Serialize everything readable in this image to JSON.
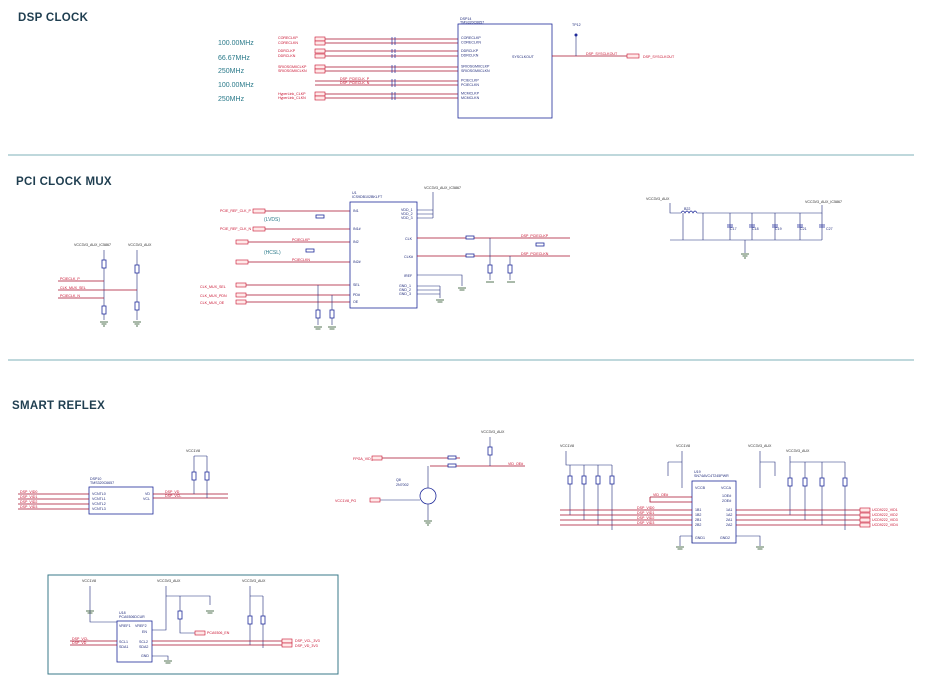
{
  "sections": {
    "dsp_clock": "DSP CLOCK",
    "pci_clock_mux": "PCI CLOCK MUX",
    "smart_reflex": "SMART REFLEX"
  },
  "dsp_clock": {
    "frequencies": [
      "100.00MHz",
      "66.67MHz",
      "250MHz",
      "100.00MHz",
      "250MHz"
    ],
    "chip": {
      "ref": "DSP14",
      "part": "TMS320C6657",
      "out_pin": "SYSCLKOUT"
    },
    "left_nets": [
      "CORECLKP",
      "CORECLKN",
      "DDRCLKP",
      "DDRCLKN",
      "SRIOSGMIICLKP",
      "SRIOSGMIICLKN",
      "DSP_PCIECLK_P",
      "DSP_PCIECLK_N",
      "HyperLink_CLKP",
      "HyperLink_CLKN"
    ],
    "pin_labels": [
      "CORECLKP",
      "CORECLKN",
      "DDRCLKP",
      "DDRCLKN",
      "SRIOSGMIICLKP",
      "SRIOSGMIICLKN",
      "PCIECLKP",
      "PCIECLKN",
      "MCMCLKP",
      "MCMCLKN"
    ],
    "test_point": "TP12",
    "out_net": "DSP_SYSCLKOUT",
    "out_port": "DSP_SYSCLKOUT"
  },
  "pci_clock_mux": {
    "chip": {
      "ref": "U1",
      "part": "ICS9DB102BKLFT",
      "vcc": "VCC3V3_AUX_IC5867"
    },
    "inputs": [
      "PCIE_REF_CLK_P",
      "PCIE_REF_CLK_N",
      "PCIECLKP",
      "PCIECLKN"
    ],
    "tags": [
      "(LVDS)",
      "(HCSL)"
    ],
    "sel_nets": [
      "CLK_MUX_SEL",
      "CLK_MUX_PDN",
      "CLK_MUX_OE"
    ],
    "outputs": [
      "DSP_PCIECLKP",
      "DSP_PCIECLKN"
    ],
    "pin_labels": [
      "IN1",
      "IN1#",
      "IN2",
      "IN2#",
      "SEL",
      "PD#",
      "OE",
      "VDD_1",
      "VDD_2",
      "VDD_3",
      "CLK",
      "CLK#",
      "IREF",
      "GND_1",
      "GND_2",
      "GND_3"
    ],
    "left_rails": [
      "VCC3V3_AUX_IC5867",
      "VCC3V3_AUX"
    ],
    "left_nets": [
      "PCIECLK_P",
      "CLK_MUX_SEL",
      "PCIECLK_N"
    ],
    "filter": {
      "bead": "B22",
      "vcc_in": "VCC3V3_AUX",
      "vcc_out": "VCC3V3_AUX_IC5867",
      "caps": [
        "C17",
        "C18",
        "C19",
        "C21",
        "C27"
      ]
    }
  },
  "smart_reflex": {
    "dsp": {
      "ref": "DSP10",
      "part": "TMS320C6657",
      "rail": "VCC1V8",
      "pins": [
        "VCNTL0",
        "VCNTL1",
        "VCNTL2",
        "VCNTL3",
        "VD",
        "VCL"
      ]
    },
    "vid_nets": [
      "DSP_VID0",
      "DSP_VID1",
      "DSP_VID2",
      "DSP_VID3"
    ],
    "dsp_out": [
      "DSP_VD",
      "DSP_VCL"
    ],
    "fpga_net": "FPGA_VID_OE#",
    "mosfet": {
      "ref": "Q8",
      "part": "2N7002"
    },
    "vcc_pg": "VCC1V8_PG",
    "vid_oe": "VID_OE#",
    "rail_aux": "VCC3V3_AUX",
    "buffer": {
      "ref": "U19",
      "part": "SN74AVC4T245PWR",
      "rails": [
        "VCC1V8",
        "VCC3V3_AUX"
      ],
      "pins": [
        "VCCB",
        "VCCA",
        "1OE#",
        "2OE#",
        "1B1",
        "1B2",
        "2B1",
        "2B2",
        "1A1",
        "1A2",
        "2A1",
        "2A2",
        "GND1",
        "GND2"
      ]
    },
    "ucd_nets": [
      "UCD9222_VID1",
      "UCD9222_VID2",
      "UCD9222_VID3",
      "UCD9222_VID4"
    ],
    "level_shifter": {
      "ref": "U18",
      "part": "PCA9306DCUR",
      "pins": [
        "VREF1",
        "VREF2",
        "EN",
        "SCL1",
        "SCL2",
        "SDA1",
        "SDA2",
        "GND"
      ],
      "rails": [
        "VCC1V8",
        "VCC3V3_AUX",
        "VCC3V3_AUX"
      ],
      "en_net": "PCA9306_EN"
    },
    "i2c_in": [
      "DSP_VCL",
      "DSP_VD"
    ],
    "i2c_out": [
      "DSP_VCL_3V3",
      "DSP_VD_3V3"
    ]
  },
  "colors": {
    "wire": "#a8102e",
    "part": "#1f2a9a",
    "title": "#1f3e50",
    "freq": "#2a7a8a",
    "separator": "#7fb0ba"
  }
}
